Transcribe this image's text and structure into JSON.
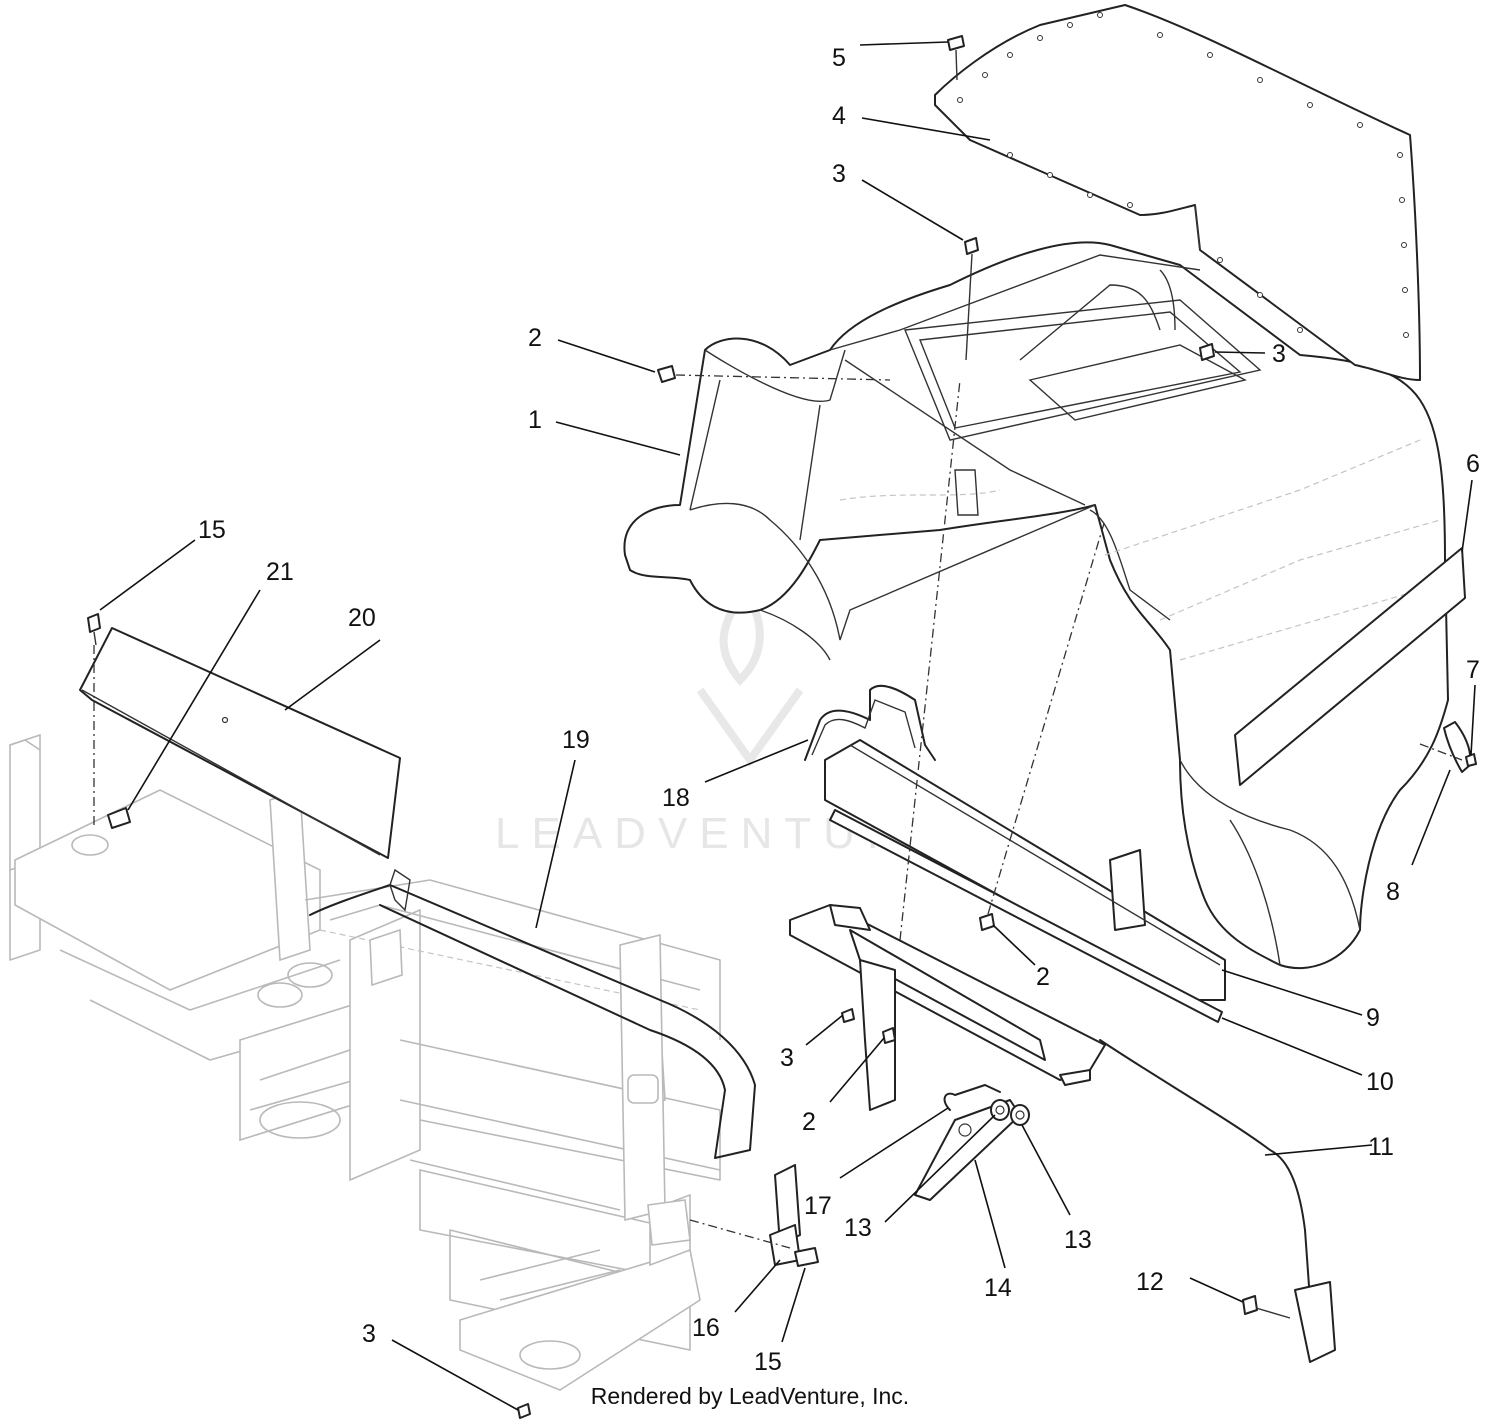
{
  "callouts": [
    {
      "label": "1"
    },
    {
      "label": "2"
    },
    {
      "label": "2"
    },
    {
      "label": "2"
    },
    {
      "label": "2"
    },
    {
      "label": "3"
    },
    {
      "label": "3"
    },
    {
      "label": "3"
    },
    {
      "label": "3"
    },
    {
      "label": "4"
    },
    {
      "label": "5"
    },
    {
      "label": "6"
    },
    {
      "label": "7"
    },
    {
      "label": "8"
    },
    {
      "label": "9"
    },
    {
      "label": "10"
    },
    {
      "label": "11"
    },
    {
      "label": "12"
    },
    {
      "label": "13"
    },
    {
      "label": "13"
    },
    {
      "label": "14"
    },
    {
      "label": "15"
    },
    {
      "label": "15"
    },
    {
      "label": "16"
    },
    {
      "label": "17"
    },
    {
      "label": "18"
    },
    {
      "label": "19"
    },
    {
      "label": "20"
    },
    {
      "label": "21"
    }
  ],
  "watermark": "LEADVENTURE",
  "footer": "Rendered by LeadVenture, Inc."
}
